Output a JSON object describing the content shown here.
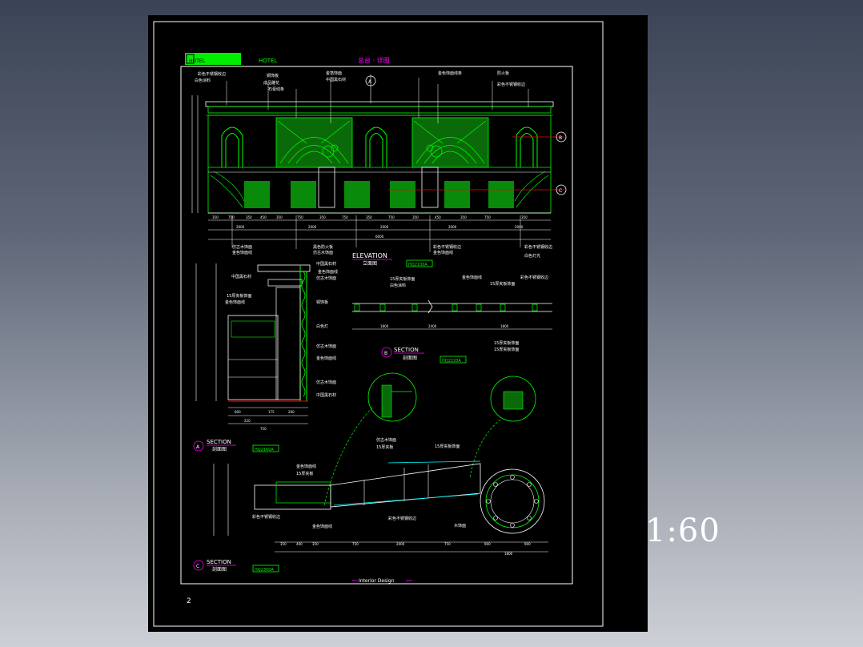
{
  "sheet": {
    "page_number": "2",
    "scale": "1:60",
    "footer": "Interior Design"
  },
  "title_block": {
    "logo_text": "HOTEL",
    "hotel_label": "HOTEL",
    "drawing_title": "总台 · 详图"
  },
  "elevation": {
    "title": "ELEVATION",
    "subtitle": "立面图",
    "ref": "HQ2100A",
    "notes_top": [
      "彩色不锈钢收边",
      "白色涂料",
      "铜饰板",
      "成品雕花",
      "石膏线条",
      "金箔饰面",
      "中国黑石材",
      "金色饰面线条",
      "防火板",
      "彩色不锈钢收边"
    ],
    "notes_bottom": [
      "仿古木饰面",
      "金色饰面线",
      "黑色防火板",
      "仿古木饰面",
      "彩色不锈钢收边",
      "金色饰面线",
      "彩色不锈钢收边",
      "白色灯光"
    ],
    "dims_row1": [
      "350",
      "750",
      "350",
      "450",
      "350",
      "750",
      "350",
      "750",
      "350",
      "750",
      "350",
      "450",
      "350",
      "750",
      "350"
    ],
    "dims_row2": [
      "2000",
      "2000",
      "2000",
      "2000",
      "2000"
    ],
    "dims_total": "6000",
    "grid_markers": [
      "B",
      "C"
    ],
    "north_marker": "A"
  },
  "section_a": {
    "letter": "A",
    "title": "SECTION",
    "subtitle": "剖面图",
    "ref": "HQ2160A",
    "notes": [
      "中国黑石材",
      "金色饰面线",
      "仿古木饰面",
      "中国黑石材",
      "15厚夹板饰面",
      "金色饰面线",
      "铜饰板",
      "白色灯",
      "仿古木饰面",
      "金色饰面线",
      "仿古木饰面",
      "中国黑石材"
    ],
    "dims": [
      "600",
      "175",
      "200",
      "220",
      "750"
    ]
  },
  "section_b": {
    "letter": "B",
    "title": "SECTION",
    "subtitle": "剖面图",
    "ref": "HQ2220A",
    "notes": [
      "15厚夹板饰面",
      "白色涂料",
      "金色饰面线",
      "15厚夹板饰面",
      "彩色不锈钢收边",
      "15厚夹板饰面",
      "15厚夹板饰面"
    ],
    "dims": [
      "1800",
      "2400",
      "1800"
    ]
  },
  "section_c": {
    "letter": "C",
    "title": "SECTION",
    "subtitle": "剖面图",
    "ref": "HQ2300A",
    "notes": [
      "金色饰面线",
      "15厚夹板",
      "彩色不锈钢收边",
      "仿古木饰面",
      "15厚夹板",
      "15厚夹板饰面",
      "金色饰面线",
      "彩色不锈钢收边",
      "木饰面"
    ],
    "dims": [
      "350",
      "400",
      "350",
      "750",
      "2000",
      "750",
      "900",
      "900",
      "1800"
    ]
  },
  "colors": {
    "sheet": "#000000",
    "linework": "#00ff00",
    "text": "#ffffff",
    "magenta": "#ff00ff",
    "cyan": "#00ffff",
    "red": "#ff0000"
  }
}
